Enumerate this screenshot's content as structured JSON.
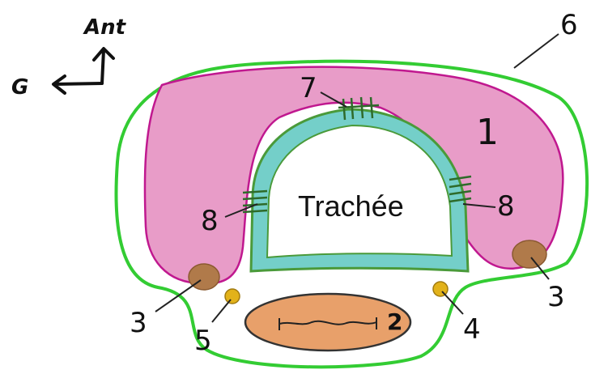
{
  "orientation": {
    "anterior_label": "Ant",
    "left_label": "G"
  },
  "center_label": "Trachée",
  "numbers": {
    "n1": "1",
    "n2": "2",
    "n3_left": "3",
    "n3_right": "3",
    "n4": "4",
    "n5": "5",
    "n6": "6",
    "n7": "7",
    "n8_left": "8",
    "n8_right": "8"
  },
  "colors": {
    "outer_outline": "#33cc33",
    "thyroid_fill": "#e89cc8",
    "thyroid_stroke": "#c0188f",
    "trachea_ring": "#74cfc9",
    "trachea_ring_stroke": "#4a9a3a",
    "parathyroid": "#b07a4a",
    "esophagus_fill": "#e8a06a",
    "nerve": "#e2b21a",
    "ligature": "#2e6b2a"
  }
}
